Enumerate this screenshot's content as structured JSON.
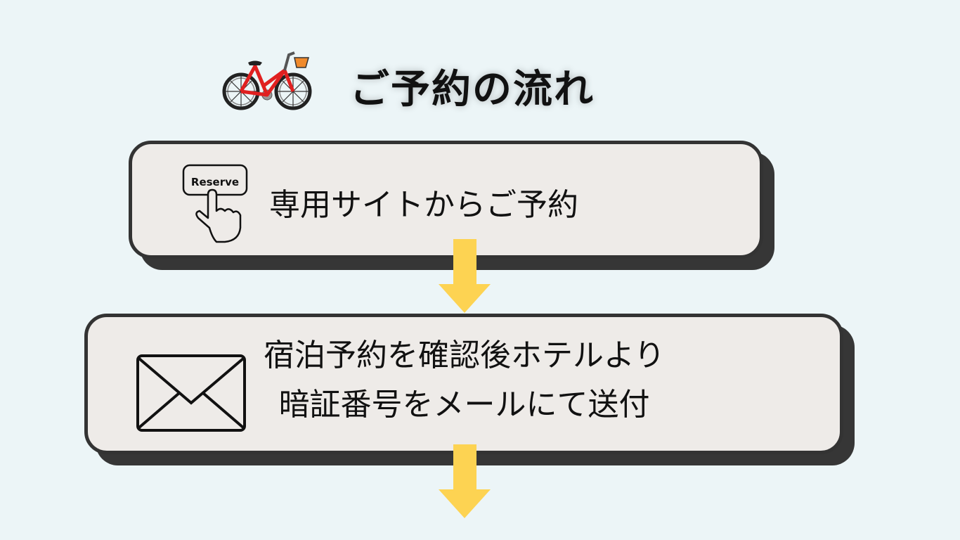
{
  "title": "ご予約の流れ",
  "steps": [
    {
      "text": "専用サイトからご予約",
      "icon": "reserve-button-hand-icon",
      "icon_label": "Reserve"
    },
    {
      "lines": [
        "宿泊予約を確認後ホテルより",
        "暗証番号をメールにて送付"
      ],
      "icon": "envelope-icon"
    }
  ],
  "colors": {
    "background": "#ecf5f7",
    "card": "#eeebe8",
    "border": "#333333",
    "arrow": "#fdd352"
  }
}
